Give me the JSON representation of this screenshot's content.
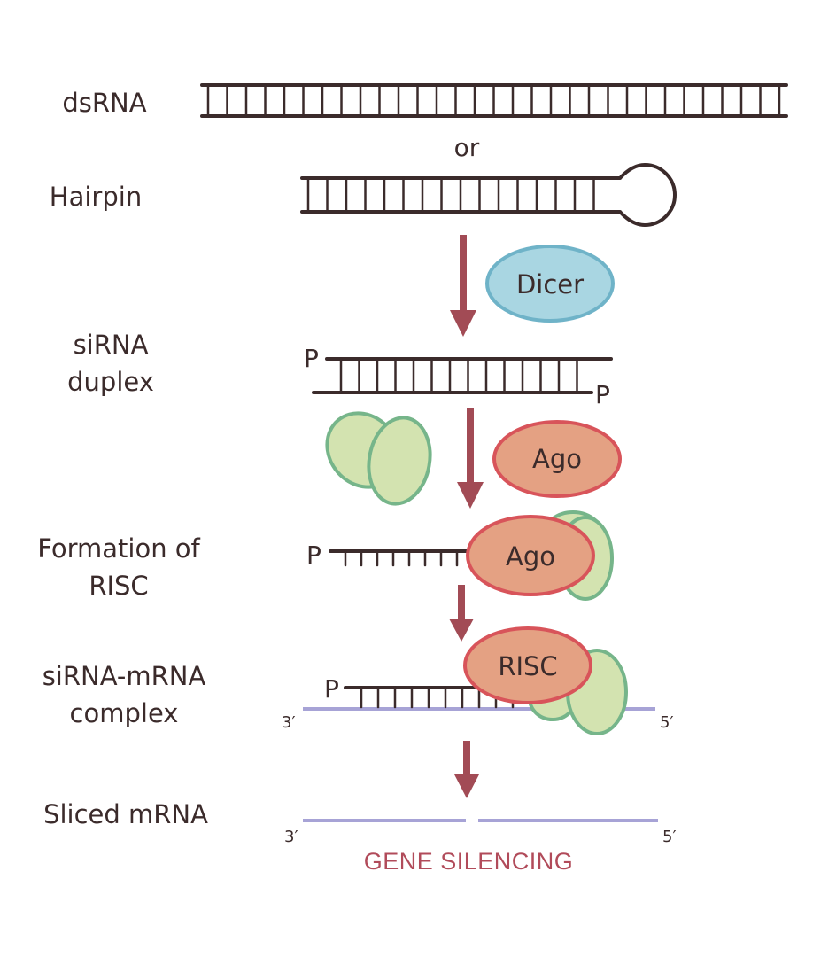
{
  "stages": {
    "dsrna": "dsRNA",
    "or": "or",
    "hairpin": "Hairpin",
    "sirna_duplex": "siRNA\nduplex",
    "formation": "Formation of\nRISC",
    "complex": "siRNA-mRNA\ncomplex",
    "sliced": "Sliced mRNA"
  },
  "proteins": {
    "dicer": "Dicer",
    "ago_free": "Ago",
    "ago_bound": "Ago",
    "risc": "RISC"
  },
  "ends": {
    "phosphate": "P",
    "three_prime": "3′",
    "five_prime": "5′"
  },
  "outcome": "GENE SILENCING",
  "colors": {
    "strand": "#3b2b2b",
    "mrna": "#a7a3d6",
    "arrow": "#a24b55",
    "dicer_fill": "#a9d6e2",
    "dicer_stroke": "#6fb3c8",
    "ago_fill": "#e4a183",
    "ago_stroke": "#d8545a",
    "green_fill": "#d3e3b0",
    "green_stroke": "#76b58a",
    "outcome": "#b14b5a"
  }
}
